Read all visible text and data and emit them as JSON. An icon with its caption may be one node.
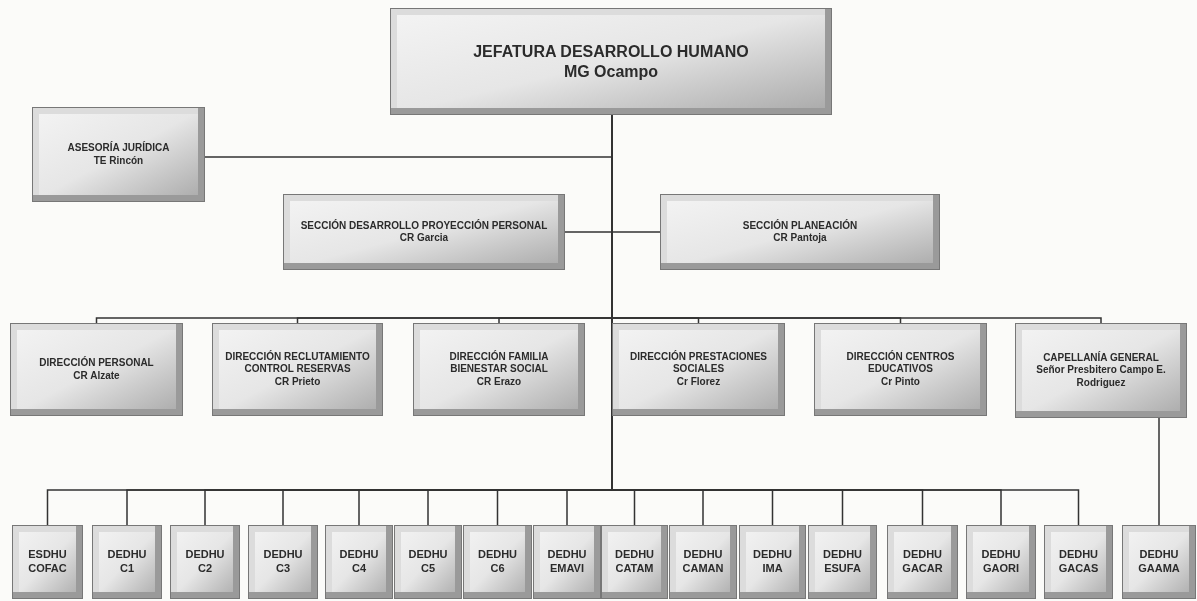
{
  "diagram": {
    "nodes": [
      {
        "text": [
          "JEFATURA DESARROLLO HUMANO",
          "MG Ocampo"
        ]
      },
      {
        "text": [
          "ASESORÍA JURÍDICA",
          "TE Rincón"
        ]
      },
      {
        "text": [
          "SECCIÓN DESARROLLO PROYECCIÓN PERSONAL",
          "CR Garcia"
        ]
      },
      {
        "text": [
          "SECCIÓN PLANEACIÓN",
          "CR Pantoja"
        ]
      },
      {
        "text": [
          "DIRECCIÓN PERSONAL",
          "CR Alzate"
        ]
      },
      {
        "text": [
          "DIRECCIÓN RECLUTAMIENTO CONTROL RESERVAS",
          "CR Prieto"
        ]
      },
      {
        "text": [
          "DIRECCIÓN FAMILIA BIENESTAR SOCIAL",
          "CR Erazo"
        ]
      },
      {
        "text": [
          "DIRECCIÓN PRESTACIONES SOCIALES",
          "Cr Florez"
        ]
      },
      {
        "text": [
          "DIRECCIÓN CENTROS EDUCATIVOS",
          "Cr Pinto"
        ]
      },
      {
        "text": [
          "CAPELLANÍA GENERAL",
          "Señor Presbitero Campo E. Rodriguez"
        ]
      },
      {
        "text": [
          "ESDHU COFAC"
        ]
      },
      {
        "text": [
          "DEDHU C1"
        ]
      },
      {
        "text": [
          "DEDHU C2"
        ]
      },
      {
        "text": [
          "DEDHU C3"
        ]
      },
      {
        "text": [
          "DEDHU C4"
        ]
      },
      {
        "text": [
          "DEDHU C5"
        ]
      },
      {
        "text": [
          "DEDHU C6"
        ]
      },
      {
        "text": [
          "DEDHU EMAVI"
        ]
      },
      {
        "text": [
          "DEDHU CATAM"
        ]
      },
      {
        "text": [
          "DEDHU CAMAN"
        ]
      },
      {
        "text": [
          "DEDHU IMA"
        ]
      },
      {
        "text": [
          "DEDHU ESUFA"
        ]
      },
      {
        "text": [
          "DEDHU GACAR"
        ]
      },
      {
        "text": [
          "DEDHU GAORI"
        ]
      },
      {
        "text": [
          "DEDHU GACAS"
        ]
      },
      {
        "text": [
          "DEDHU GAAMA"
        ]
      }
    ],
    "edges": [
      {
        "from": 0,
        "to": 1,
        "arrow": "none"
      },
      {
        "from": 0,
        "to": 2,
        "arrow": "none"
      },
      {
        "from": 0,
        "to": 3,
        "arrow": "none"
      },
      {
        "from": 0,
        "to": 4,
        "arrow": "none"
      },
      {
        "from": 0,
        "to": 5,
        "arrow": "none"
      },
      {
        "from": 0,
        "to": 6,
        "arrow": "none"
      },
      {
        "from": 0,
        "to": 7,
        "arrow": "none"
      },
      {
        "from": 0,
        "to": 8,
        "arrow": "none"
      },
      {
        "from": 0,
        "to": 9,
        "arrow": "none"
      },
      {
        "from": 0,
        "to": 10,
        "arrow": "none"
      },
      {
        "from": 0,
        "to": 11,
        "arrow": "none"
      },
      {
        "from": 0,
        "to": 12,
        "arrow": "none"
      },
      {
        "from": 0,
        "to": 13,
        "arrow": "none"
      },
      {
        "from": 0,
        "to": 14,
        "arrow": "none"
      },
      {
        "from": 0,
        "to": 15,
        "arrow": "none"
      },
      {
        "from": 0,
        "to": 16,
        "arrow": "none"
      },
      {
        "from": 0,
        "to": 17,
        "arrow": "none"
      },
      {
        "from": 0,
        "to": 18,
        "arrow": "none"
      },
      {
        "from": 0,
        "to": 19,
        "arrow": "none"
      },
      {
        "from": 0,
        "to": 20,
        "arrow": "none"
      },
      {
        "from": 0,
        "to": 21,
        "arrow": "none"
      },
      {
        "from": 0,
        "to": 22,
        "arrow": "none"
      },
      {
        "from": 0,
        "to": 23,
        "arrow": "none"
      },
      {
        "from": 0,
        "to": 24,
        "arrow": "none"
      },
      {
        "from": 9,
        "to": 25,
        "arrow": "none"
      }
    ]
  }
}
